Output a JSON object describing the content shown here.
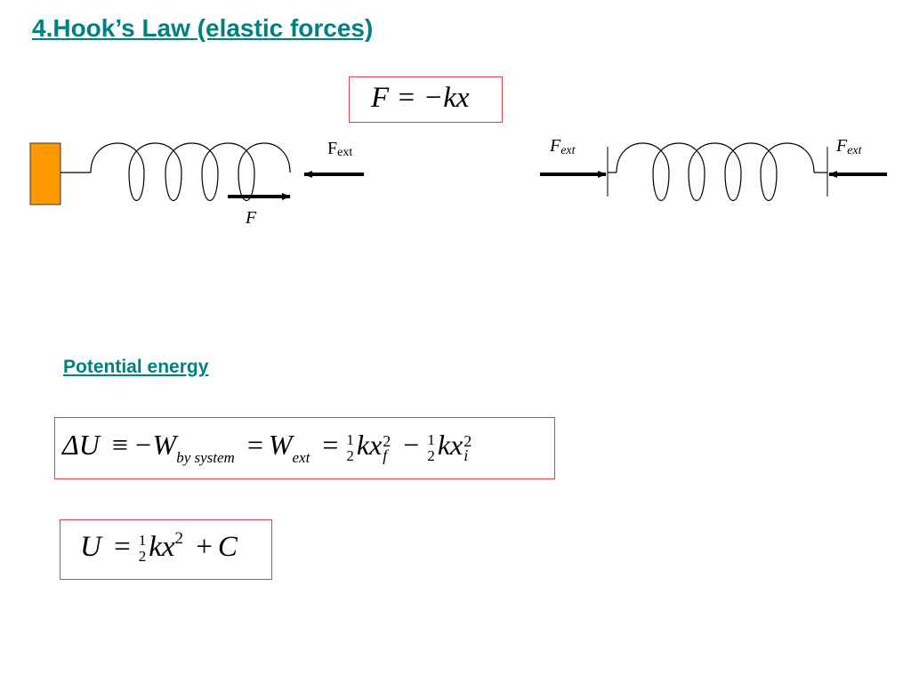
{
  "slide": {
    "title": "4.Hook’s Law (elastic forces)",
    "section_heading": "Potential energy",
    "colors": {
      "heading": "#008080",
      "box_border": "#e04040",
      "wall": "#ff9900"
    }
  },
  "equations": {
    "hooke": "F = −kx",
    "potential_change": {
      "delta_u": "ΔU",
      "equiv": "≡",
      "neg_w": "−W",
      "w_sub": "by system",
      "eq1": "=",
      "w": "W",
      "w_ext_sub": "ext",
      "eq2": "=",
      "half_num": "1",
      "half_den": "2",
      "kx": "kx",
      "sup2": "2",
      "sub_f": "f",
      "minus": "−",
      "sub_i": "i"
    },
    "potential": {
      "u": "U",
      "eq": "=",
      "half_num": "1",
      "half_den": "2",
      "kx": "kx",
      "sup2": "2",
      "plus": "+",
      "c": "C"
    }
  },
  "diagram": {
    "left": {
      "ext_force_main": "F",
      "ext_force_sub": "ext",
      "spring_force": "F"
    },
    "right": {
      "left_force_main": "F",
      "left_force_sub": "ext",
      "right_force_main": "F",
      "right_force_sub": "ext"
    }
  }
}
